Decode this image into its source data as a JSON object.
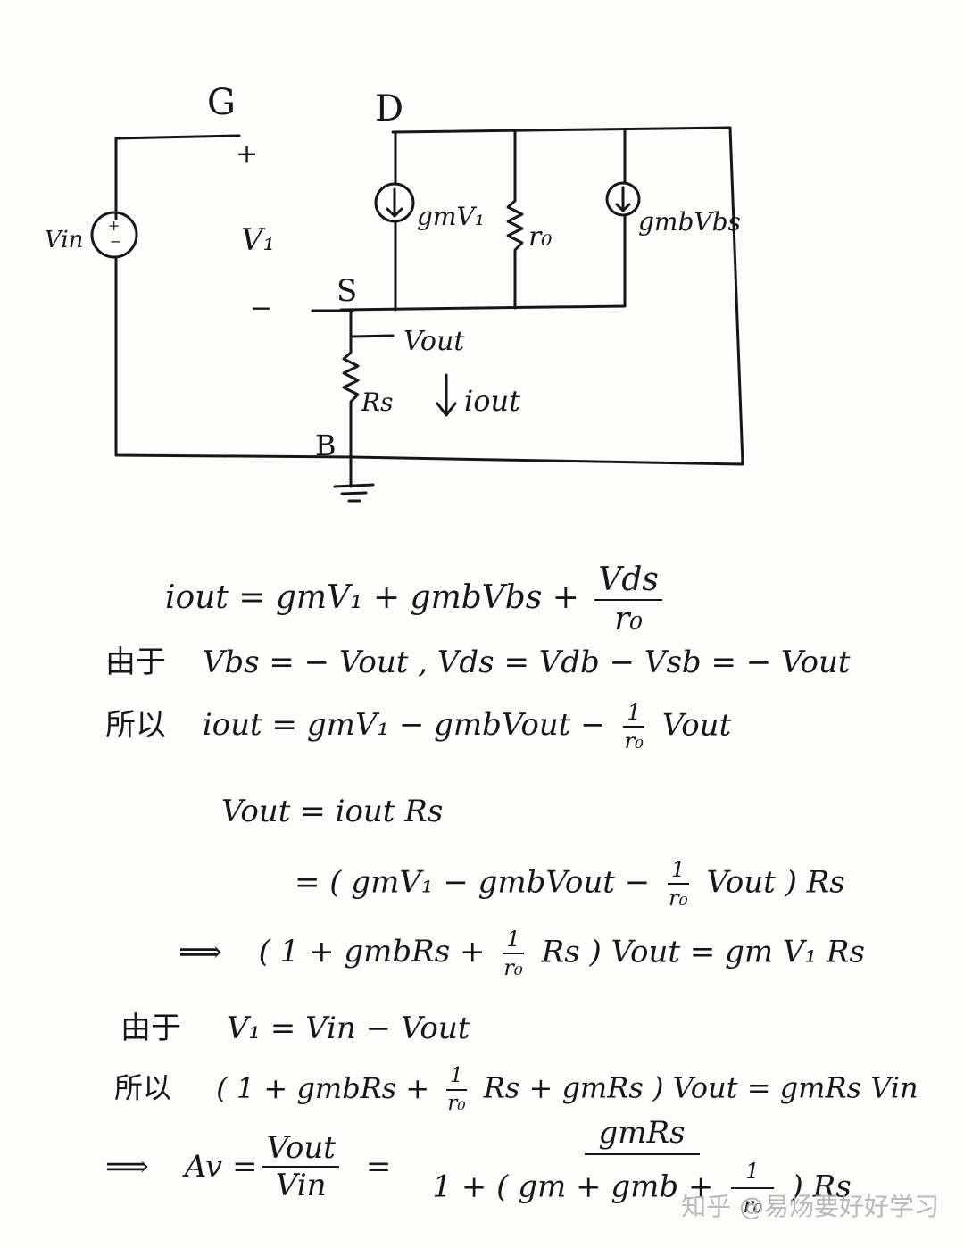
{
  "circuit": {
    "node_gate": "G",
    "node_drain": "D",
    "node_source": "S",
    "node_body": "B",
    "gate_plus": "+",
    "gate_minus": "−",
    "source_plus": "+",
    "source_minus": "−",
    "vin_label": "Vin",
    "v1_label": "V₁",
    "gm_source_label": "gmV₁",
    "ro_label": "r₀",
    "gmb_source_label": "gmbVbs",
    "vout_label": "Vout",
    "rs_label": "Rs",
    "iout_label": "iout"
  },
  "equations": {
    "eq1": {
      "lhs": "iout = gmV₁ + gmbVbs +",
      "frac_num": "Vds",
      "frac_den": "r₀"
    },
    "eq2": {
      "prefix": "由于",
      "text": "Vbs = − Vout ,   Vds = Vdb − Vsb = − Vout"
    },
    "eq3": {
      "prefix": "所以",
      "text_a": "iout = gmV₁ − gmbVout −",
      "frac_num": "1",
      "frac_den": "r₀",
      "text_b": "Vout"
    },
    "eq4": {
      "text": "Vout = iout Rs"
    },
    "eq5": {
      "text_a": "= ( gmV₁ − gmbVout −",
      "frac_num": "1",
      "frac_den": "r₀",
      "text_b": "Vout ) Rs"
    },
    "eq6": {
      "arrow": "⟹",
      "text_a": "( 1 + gmbRs +",
      "frac_num": "1",
      "frac_den": "r₀",
      "text_b": "Rs ) Vout = gm V₁ Rs"
    },
    "eq7": {
      "prefix": "由于",
      "text": "V₁ = Vin − Vout"
    },
    "eq8": {
      "prefix": "所以",
      "text_a": "( 1 + gmbRs +",
      "frac_num": "1",
      "frac_den": "r₀",
      "text_b": "Rs + gmRs ) Vout = gmRs Vin"
    },
    "eq9": {
      "arrow": "⟹",
      "av": "Av =",
      "frac1_num": "Vout",
      "frac1_den": "Vin",
      "eq": "=",
      "frac2_num": "gmRs",
      "frac2_den_a": "1 + ( gm + gmb +",
      "frac2_den_fnum": "1",
      "frac2_den_fden": "r₀",
      "frac2_den_b": ") Rs"
    }
  },
  "watermark": "知乎 @易炀要好好学习"
}
